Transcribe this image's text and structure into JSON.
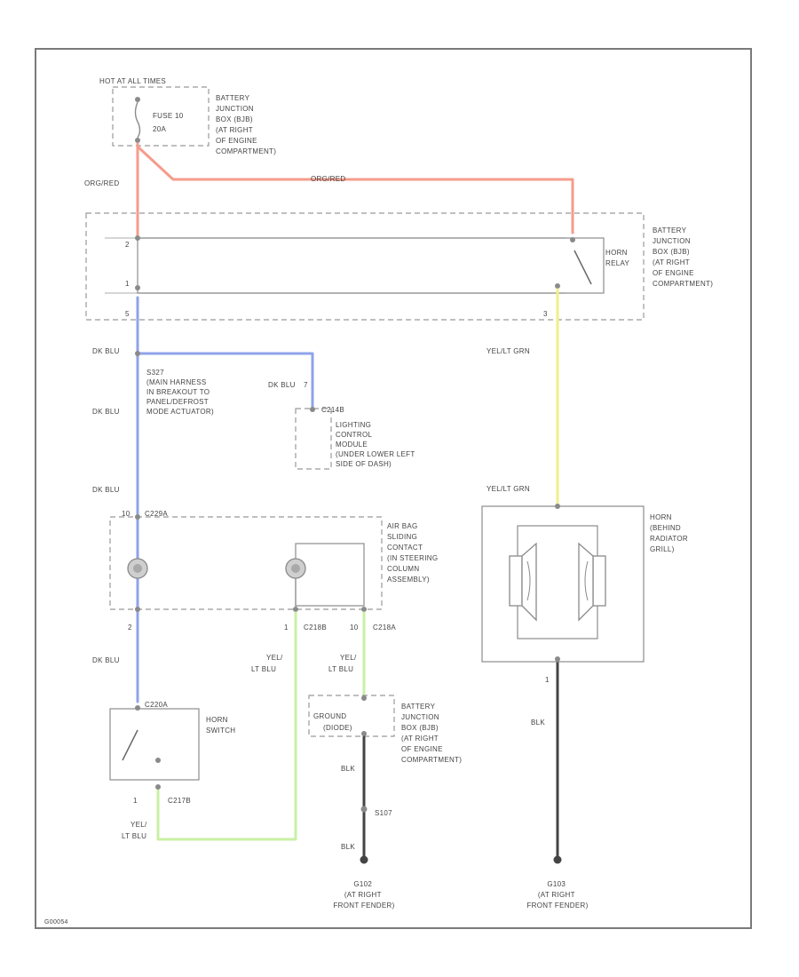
{
  "colors": {
    "org_red": "#f59c8b",
    "dk_blu": "#8fa3ea",
    "yel_grn": "#eef08a",
    "yel_lt_blu": "#c9f0a4",
    "blk": "#444444"
  },
  "labels": {
    "hot_at_all_times": "HOT AT ALL TIMES",
    "fuse_line1": "FUSE 10",
    "fuse_line2": "20A",
    "bjb_top": [
      "BATTERY",
      "JUNCTION",
      "BOX (BJB)",
      "(AT RIGHT",
      "OF ENGINE",
      "COMPARTMENT)"
    ],
    "bjb_mid": [
      "BATTERY",
      "JUNCTION",
      "BOX (BJB)",
      "(AT RIGHT",
      "OF ENGINE",
      "COMPARTMENT)"
    ],
    "horn_relay": [
      "HORN",
      "RELAY"
    ],
    "wire_org_red_left": "ORG/RED",
    "wire_org_red_top": "ORG/RED",
    "relay_pin_a": "2",
    "relay_pin_b": "1",
    "relay_pin_c": "5",
    "relay_pin_d": "3",
    "dk_blu_1": "DK BLU",
    "dk_blu_2": "DK BLU",
    "dk_blu_3": "DK BLU",
    "dk_blu_4": "DK BLU",
    "dk_blu_5": "DK BLU",
    "splice_note": [
      "S327",
      "(MAIN HARNESS",
      "IN BREAKOUT TO",
      "PANEL/DEFROST",
      "MODE ACTUATOR)"
    ],
    "lcm_pin": "7",
    "lcm_conn": "C214B",
    "lcm_label": [
      "LIGHTING",
      "CONTROL",
      "MODULE",
      "(UNDER LOWER LEFT",
      "SIDE OF DASH)"
    ],
    "yel_grn_1": "YEL/LT GRN",
    "yel_grn_2": "YEL/LT GRN",
    "clockspring_pin": "10",
    "clockspring_conn": "C229A",
    "airbag_label": [
      "AIR BAG",
      "SLIDING",
      "CONTACT",
      "(IN STEERING",
      "COLUMN",
      "ASSEMBLY)"
    ],
    "clock_bottom_pin_left": "2",
    "c218b_pin": "1",
    "c218b": "C218B",
    "c218a_pin": "10",
    "c218a": "C218A",
    "yel_lt_blu_1": "YEL/",
    "yel_lt_blu_2": "LT BLU",
    "yel_lt_blu_3": "YEL/",
    "yel_lt_blu_4": "LT BLU",
    "yel_lt_blu_5": "YEL/",
    "yel_lt_blu_6": "LT BLU",
    "c220a": "C220A",
    "horn_switch": [
      "HORN",
      "SWITCH"
    ],
    "c217b_pin": "1",
    "c217b": "C217B",
    "ground_label_1": "GROUND",
    "ground_label_2": "(DIODE)",
    "bjb_low": [
      "BATTERY",
      "JUNCTION",
      "BOX (BJB)",
      "(AT RIGHT",
      "OF ENGINE",
      "COMPARTMENT)"
    ],
    "blk_1": "BLK",
    "blk_2": "BLK",
    "blk_3": "BLK",
    "s107": "S107",
    "g102": [
      "G102",
      "(AT RIGHT",
      "FRONT FENDER)"
    ],
    "g103": [
      "G103",
      "(AT RIGHT",
      "FRONT FENDER)"
    ],
    "horn_label": [
      "HORN",
      "(BEHIND",
      "RADIATOR",
      "GRILL)"
    ],
    "horn_pin": "1",
    "footer_code": "G00054"
  }
}
